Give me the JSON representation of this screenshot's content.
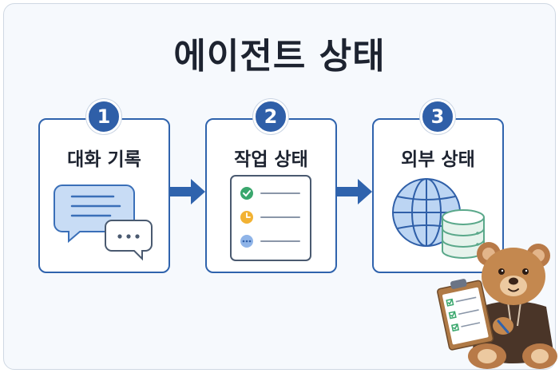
{
  "title": "에이전트 상태",
  "steps": [
    {
      "number": "1",
      "label": "대화 기록"
    },
    {
      "number": "2",
      "label": "작업 상태"
    },
    {
      "number": "3",
      "label": "외부 상태"
    }
  ],
  "colors": {
    "accent": "#2f63ad",
    "badge": "#2f5fa8",
    "check_green": "#3aa76d",
    "clock_orange": "#f2b233",
    "database_green": "#5aa88a"
  },
  "icons": {
    "chat": "chat-bubbles-icon",
    "checklist": "checklist-icon",
    "globe": "globe-icon",
    "database": "database-icon",
    "mascot": "teddy-bear-with-clipboard"
  }
}
